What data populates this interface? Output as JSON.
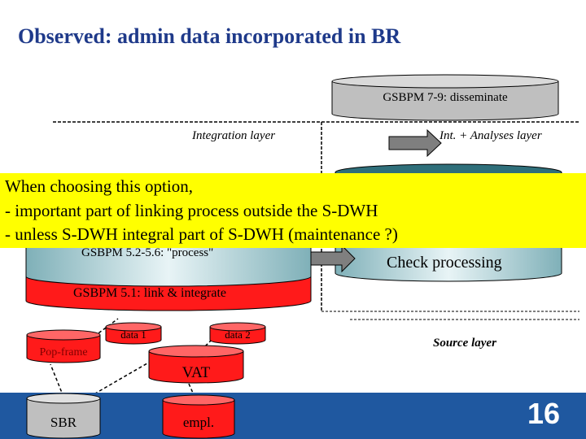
{
  "title": "Observed: admin data incorporated in BR",
  "layers": {
    "integration": "Integration layer",
    "int_analyses": "Int. + Analyses layer",
    "source": "Source layer"
  },
  "cylinders": {
    "disseminate": "GSBPM 7-9: disseminate",
    "process": "GSBPM 5.2-5.6: \"process\"",
    "link_integrate": "GSBPM 5.1: link & integrate",
    "pop_frame": "Pop-frame",
    "sbr": "SBR",
    "vat": "VAT",
    "empl": "empl.",
    "data1": "data 1",
    "data2": "data 2"
  },
  "check_processing": "Check processing",
  "popup": {
    "line1": "When choosing this option,",
    "line2": "- important part of linking process outside the S-DWH",
    "line3": "- unless S-DWH integral part of S-DWH (maintenance ?)"
  },
  "page_number": "16",
  "colors": {
    "title": "#1f3a8a",
    "popup_bg": "#ffff00",
    "cylinder_red": "#ff1a1a",
    "cylinder_grey": "#bfbfbf",
    "footer": "#1f58a0"
  }
}
